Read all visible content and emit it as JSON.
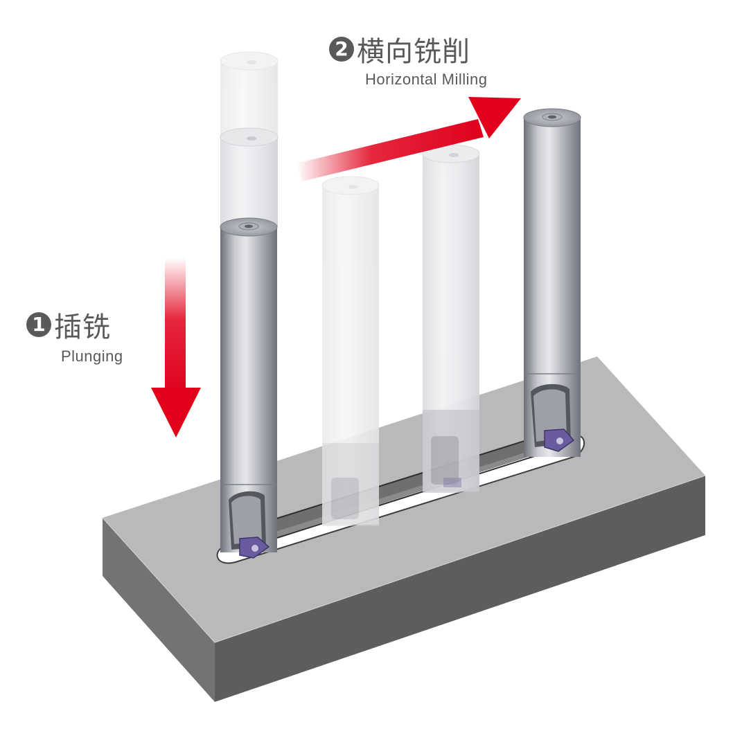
{
  "step1": {
    "number": "1",
    "label_cn": "插铣",
    "label_en": "Plunging"
  },
  "step2": {
    "number": "2",
    "label_cn": "横向铣削",
    "label_en": "Horizontal Milling"
  },
  "colors": {
    "arrow_red": "#e0001b",
    "label_gray": "#58595b",
    "block_top": "#b8b8ba",
    "block_front": "#5e5e60",
    "block_side": "#737375",
    "tool_steel": "#9a9ca4",
    "insert_purple": "#6a5aa0"
  }
}
